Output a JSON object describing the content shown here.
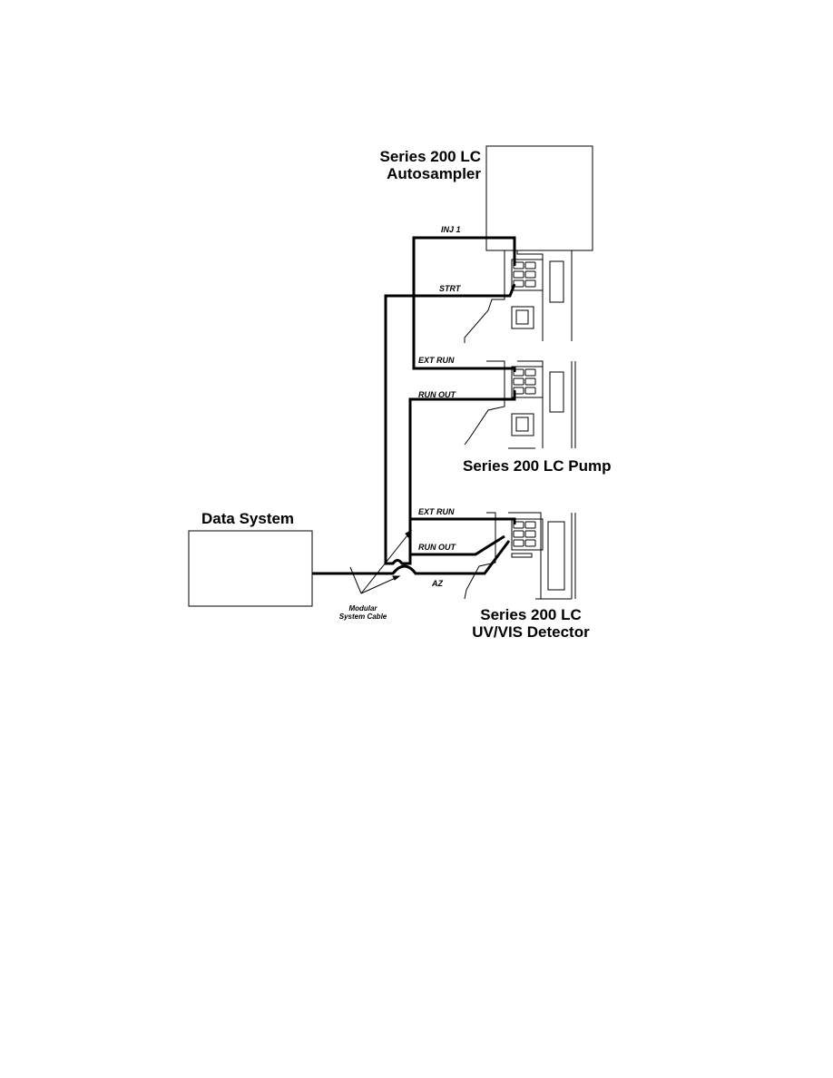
{
  "devices": {
    "autosampler": {
      "line1": "Series 200 LC",
      "line2": "Autosampler"
    },
    "pump": {
      "title": "Series 200 LC Pump"
    },
    "detector": {
      "line1": "Series 200 LC",
      "line2": "UV/VIS Detector"
    },
    "data_system": {
      "title": "Data System"
    }
  },
  "signals": {
    "inj1": "INJ 1",
    "strt": "STRT",
    "pump_ext_run": "EXT RUN",
    "pump_run_out": "RUN OUT",
    "det_ext_run": "EXT RUN",
    "det_run_out": "RUN OUT",
    "az": "AZ"
  },
  "cable_label": {
    "line1": "Modular",
    "line2": "System Cable"
  },
  "colors": {
    "line": "#000000",
    "panel": "#ffffff"
  }
}
